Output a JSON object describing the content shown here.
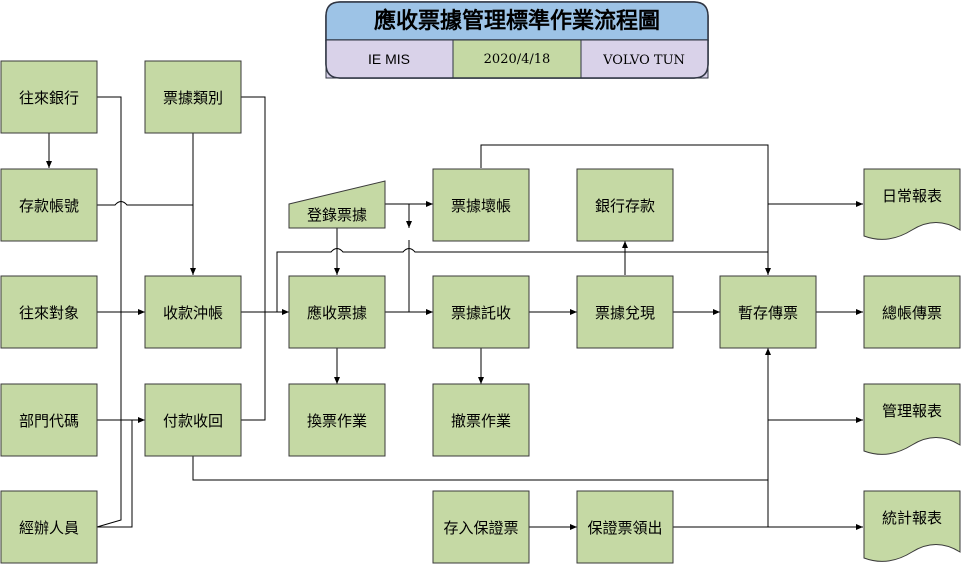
{
  "header": {
    "title": "應收票據管理標準作業流程圖",
    "dept": "IE MIS",
    "date": "2020/4/18",
    "author": "VOLVO TUN"
  },
  "nodes": {
    "bank": "往來銀行",
    "deposit_account": "存款帳號",
    "counterparty": "往來對象",
    "dept_code": "部門代碼",
    "handler": "經辦人員",
    "note_type": "票據類別",
    "receipt_writeoff": "收款沖帳",
    "payment_return": "付款收回",
    "register_note": "登錄票據",
    "note_receivable": "應收票據",
    "exchange_note": "換票作業",
    "bad_note": "票據壞帳",
    "note_collection": "票據託收",
    "withdraw_note": "撤票作業",
    "bank_deposit": "銀行存款",
    "note_cash": "票據兌現",
    "temp_voucher": "暫存傳票",
    "deposit_guarantee": "存入保證票",
    "guarantee_withdraw": "保證票領出",
    "daily_report": "日常報表",
    "ledger_voucher": "總帳傳票",
    "mgmt_report": "管理報表",
    "stat_report": "統計報表"
  }
}
